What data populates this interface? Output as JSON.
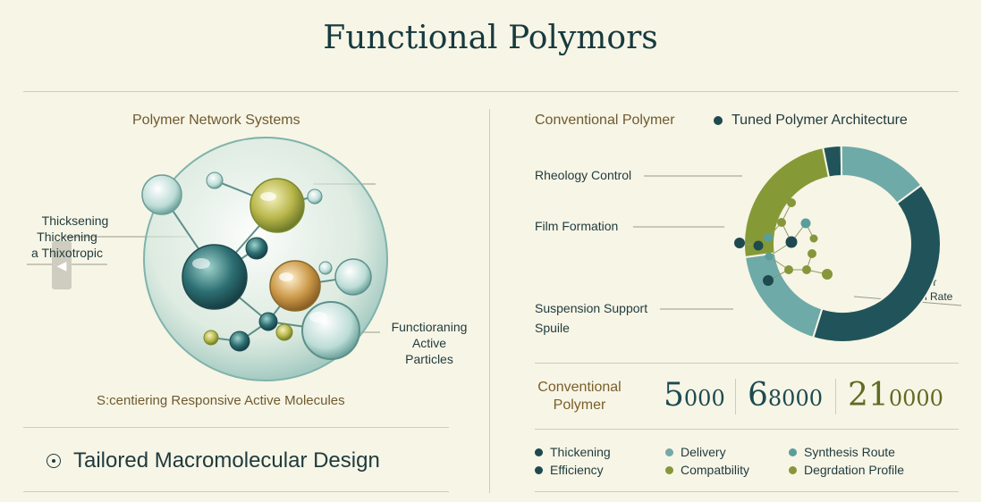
{
  "title": "Functional Polymors",
  "left": {
    "heading": "Polymer Network Systems",
    "callout_left": [
      "Thicksening",
      "Thickening",
      "a Thixotropic"
    ],
    "callout_right": [
      "Functioraning",
      "Active",
      "Particles"
    ],
    "caption": "S:centiering Responsive Active Molecules",
    "footer": "Tailored Macromolecular Design"
  },
  "right": {
    "heading_left": "Conventional Polymer",
    "heading_right": "Tuned Polymer Architecture",
    "labels_left": [
      "Rheology Control",
      "Film Formation",
      "Suspension Support",
      "Spuile"
    ],
    "label_right": [
      "Lower",
      "Achtion Rate"
    ],
    "stats_label": [
      "Conventional",
      "Polymer"
    ],
    "stats": [
      {
        "big": "5",
        "small": "000"
      },
      {
        "big": "6",
        "small": "8000"
      },
      {
        "big": "21",
        "small": "0000"
      }
    ],
    "legend": [
      {
        "label": "Thickening",
        "color": "#1e4a4f"
      },
      {
        "label": "Delivery",
        "color": "#74aaa6"
      },
      {
        "label": "Synthesis Route",
        "color": "#5a9e9c"
      },
      {
        "label": "Efficiency",
        "color": "#1e4a4f"
      },
      {
        "label": "Compatbility",
        "color": "#86963a"
      },
      {
        "label": "Degrdation Profile",
        "color": "#86963a"
      }
    ]
  },
  "chart_data": {
    "type": "pie",
    "segments": [
      {
        "color": "#21545a",
        "fraction": 0.03
      },
      {
        "color": "#6eaaa8",
        "fraction": 0.15
      },
      {
        "color": "#21545a",
        "fraction": 0.4
      },
      {
        "color": "#6eaaa8",
        "fraction": 0.18
      },
      {
        "color": "#859a36",
        "fraction": 0.24
      }
    ]
  },
  "colors": {
    "teal_dark": "#1e4a4f",
    "teal_light": "#6eaaa8",
    "olive": "#859a36"
  }
}
